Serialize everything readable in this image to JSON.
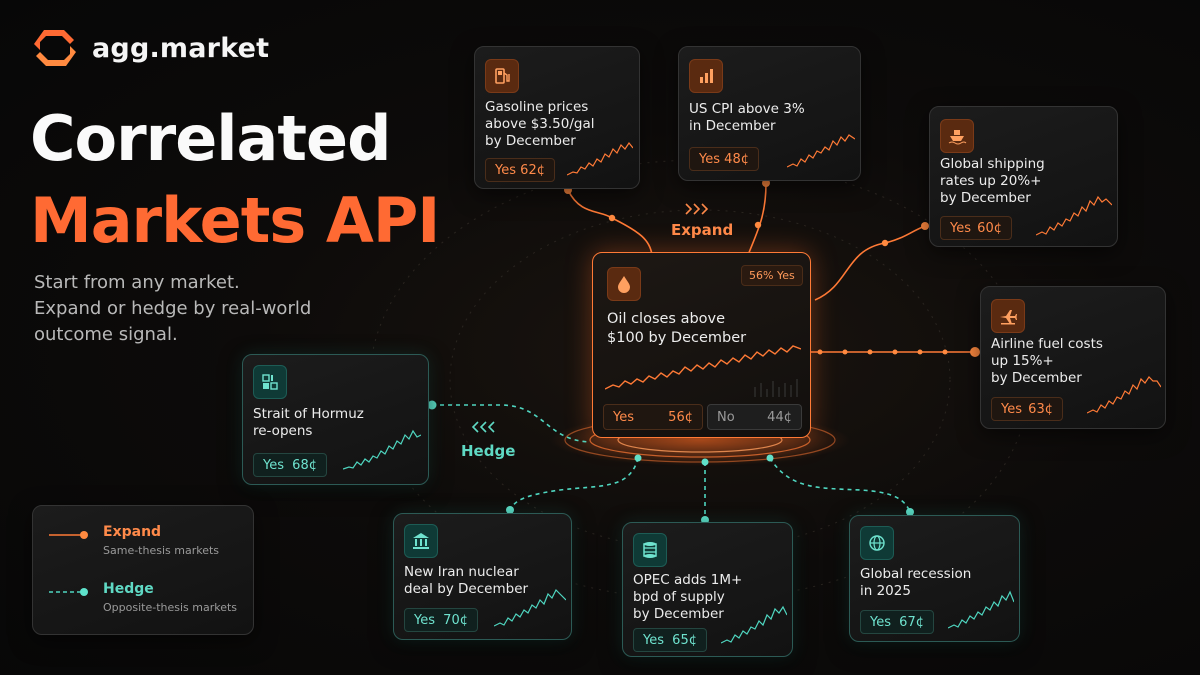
{
  "brand": {
    "name": "agg.market"
  },
  "hero": {
    "line1": "Correlated",
    "line2": "Markets API"
  },
  "subtitle": {
    "line1": "Start from any market.",
    "line2": "Expand or hedge by real-world",
    "line3": "outcome signal."
  },
  "flow_labels": {
    "expand": "Expand",
    "hedge": "Hedge"
  },
  "center_market": {
    "icon": "oil-drop-icon",
    "title_line1": "Oil closes above",
    "title_line2": "$100 by December",
    "badge": "56% Yes",
    "yes_label": "Yes",
    "yes_price": "56¢",
    "no_label": "No",
    "no_price": "44¢"
  },
  "expand_markets": [
    {
      "icon": "fuel-pump-icon",
      "lines": [
        "Gasoline prices",
        "above $3.50/gal",
        "by December"
      ],
      "yes_label": "Yes",
      "price": "62¢"
    },
    {
      "icon": "bar-chart-icon",
      "lines": [
        "US CPI above 3%",
        "in December"
      ],
      "yes_label": "Yes",
      "price": "48¢"
    },
    {
      "icon": "ship-icon",
      "lines": [
        "Global shipping",
        "rates up 20%+",
        "by December"
      ],
      "yes_label": "Yes",
      "price": "60¢"
    },
    {
      "icon": "airplane-icon",
      "lines": [
        "Airline fuel costs",
        "up 15%+",
        "by December"
      ],
      "yes_label": "Yes",
      "price": "63¢"
    }
  ],
  "hedge_markets": [
    {
      "icon": "strait-map-icon",
      "lines": [
        "Strait of Hormuz",
        "re-opens"
      ],
      "yes_label": "Yes",
      "price": "68¢"
    },
    {
      "icon": "bank-building-icon",
      "lines": [
        "New Iran nuclear",
        "deal by December"
      ],
      "yes_label": "Yes",
      "price": "70¢"
    },
    {
      "icon": "oil-barrel-icon",
      "lines": [
        "OPEC adds 1M+",
        "bpd of supply",
        "by December"
      ],
      "yes_label": "Yes",
      "price": "65¢"
    },
    {
      "icon": "globe-icon",
      "lines": [
        "Global recession",
        "in 2025"
      ],
      "yes_label": "Yes",
      "price": "67¢"
    }
  ],
  "legend": {
    "expand_title": "Expand",
    "expand_sub": "Same-thesis markets",
    "hedge_title": "Hedge",
    "hedge_sub": "Opposite-thesis markets"
  },
  "colors": {
    "expand": "#ff7a36",
    "hedge": "#4fd6c0",
    "background": "#0b0a09"
  }
}
